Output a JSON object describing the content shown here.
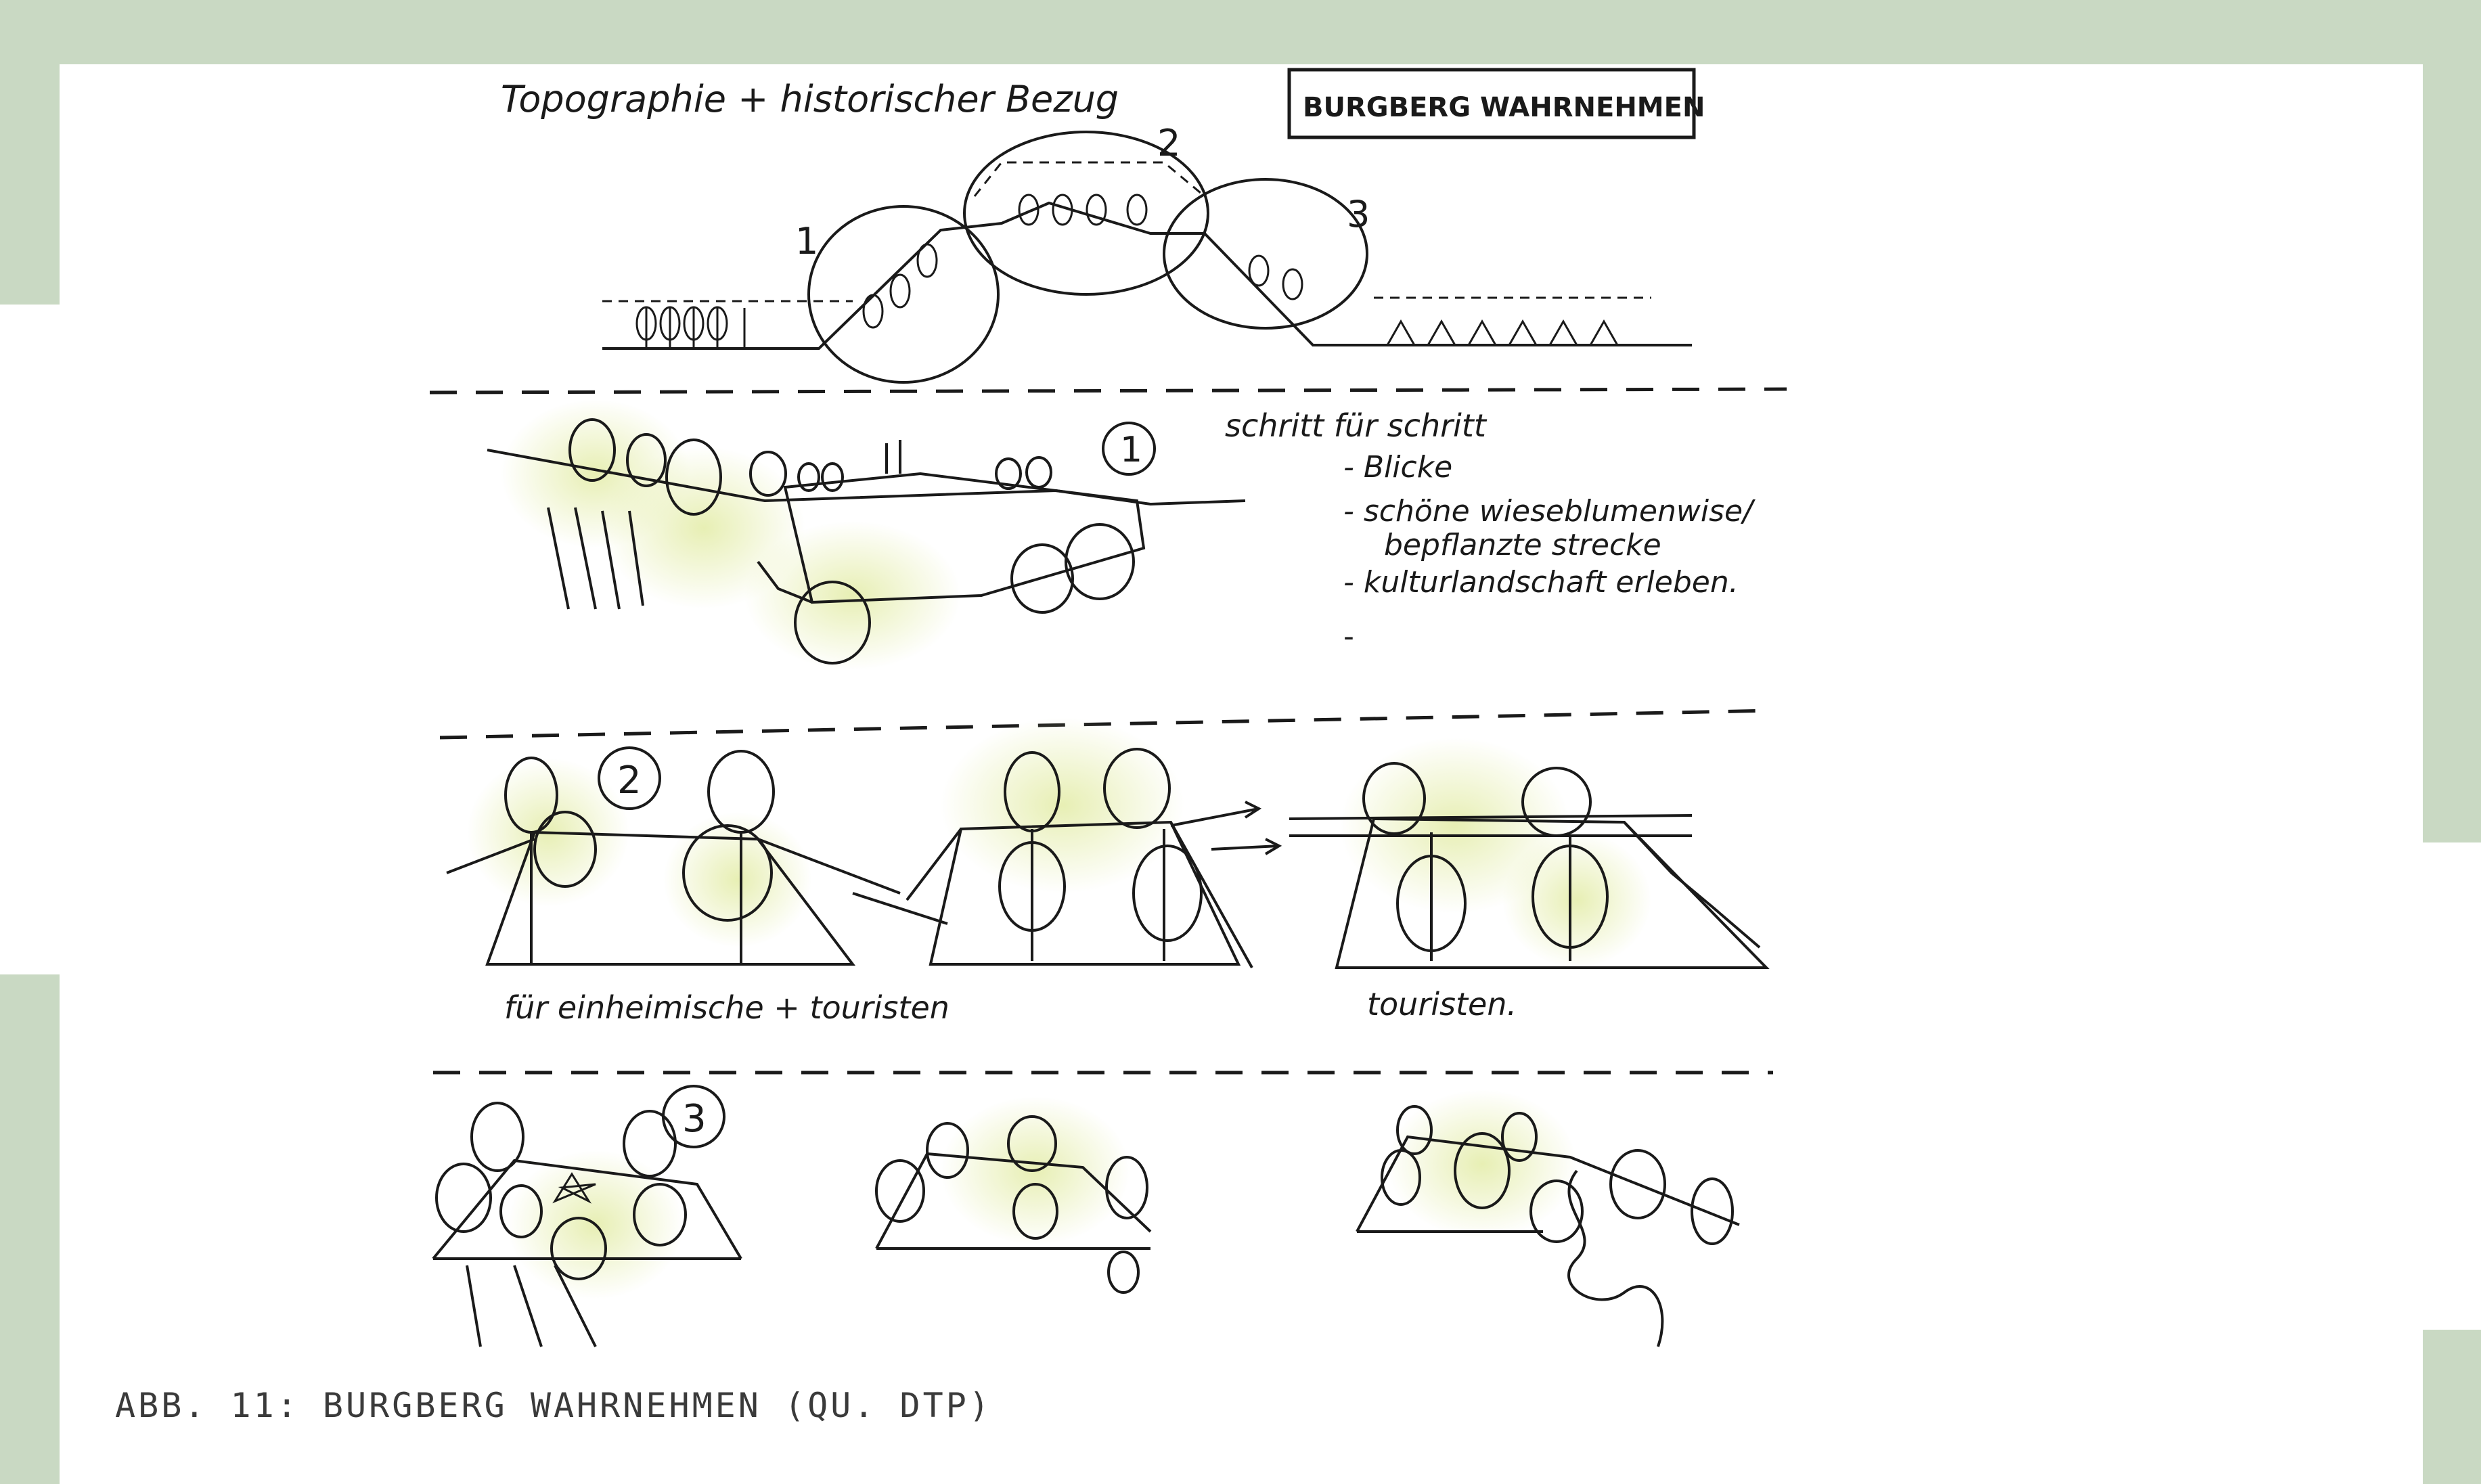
{
  "heading_left": "Topographie + historischer Bezug",
  "heading_box": "BURGBERG WAHRNEHMEN",
  "hill_numbers": [
    "1",
    "2",
    "3"
  ],
  "section1": {
    "number": "1",
    "title": "schritt für schritt",
    "bullets": [
      "- Blicke",
      "- schöne wieseblumenwise/",
      "bepflanzte strecke",
      "- kulturlandschaft erleben.",
      "-"
    ]
  },
  "section2": {
    "number": "2",
    "label_left": "für einheimische + touristen",
    "label_right": "touristen."
  },
  "section3": {
    "number": "3"
  },
  "caption": "ABB. 11: BURGBERG WAHRNEHMEN (QU. DTP)",
  "colors": {
    "frame": "#c9d9c3",
    "highlight": "#e8efb8",
    "ink": "#1a1a1a"
  }
}
